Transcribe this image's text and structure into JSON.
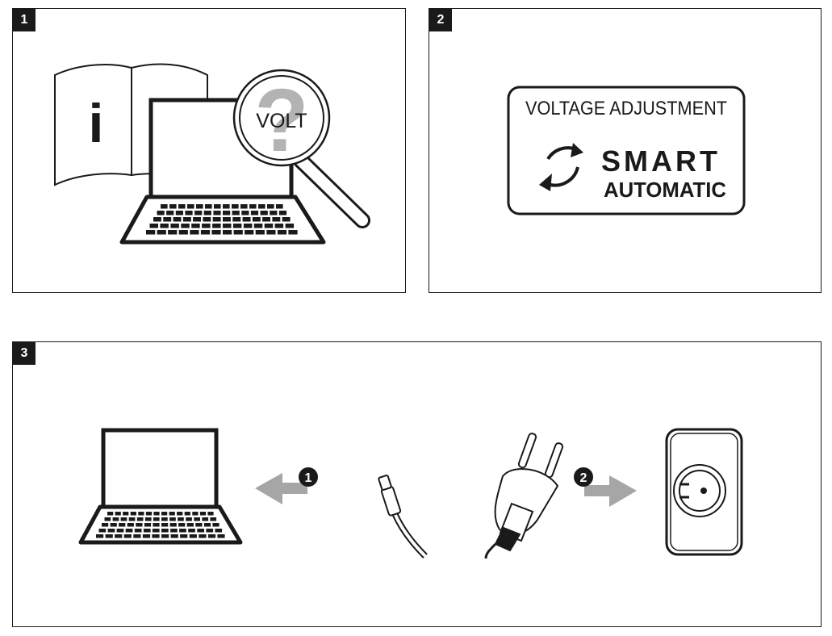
{
  "panels": [
    {
      "number": "1"
    },
    {
      "number": "2",
      "label": {
        "title": "VOLTAGE ADJUSTMENT",
        "line1": "SMART",
        "line2": "AUTOMATIC"
      }
    },
    {
      "number": "3",
      "steps": [
        "1",
        "2"
      ]
    }
  ],
  "magnifier_text": "VOLT",
  "info_symbol": "i",
  "question_symbol": "?",
  "colors": {
    "ink": "#1a1a1a",
    "arrow_gray": "#a6a6a6",
    "question_gray": "#b3b3b3"
  },
  "icons": [
    "info-book-icon",
    "laptop-icon",
    "magnifier-icon",
    "refresh-cycle-icon",
    "usb-c-cable-icon",
    "euro-plug-icon",
    "wall-socket-icon",
    "arrow-left-icon",
    "arrow-right-icon"
  ]
}
